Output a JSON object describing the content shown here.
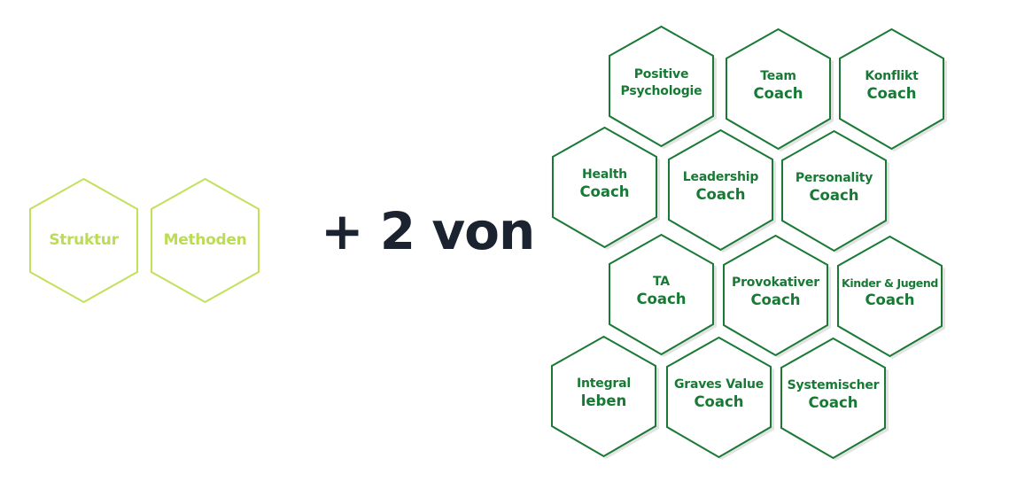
{
  "colors": {
    "base_module_stroke": "#c2e15a",
    "base_module_text": "#bddc55",
    "elective_stroke": "#1a7a35",
    "elective_text": "#177a34",
    "headline_text": "#1b2230",
    "shadow": "#d9d9d9"
  },
  "base_modules": [
    {
      "label": "Struktur"
    },
    {
      "label": "Methoden"
    }
  ],
  "connector": {
    "text": "+ 2 von"
  },
  "electives": [
    {
      "line1": "Positive",
      "line2": "Psychologie"
    },
    {
      "line1": "Team",
      "line2": "Coach"
    },
    {
      "line1": "Konflikt",
      "line2": "Coach"
    },
    {
      "line1": "Health",
      "line2": "Coach"
    },
    {
      "line1": "Leadership",
      "line2": "Coach"
    },
    {
      "line1": "Personality",
      "line2": "Coach"
    },
    {
      "line1": "TA",
      "line2": "Coach"
    },
    {
      "line1": "Provokativer",
      "line2": "Coach"
    },
    {
      "line1": "Kinder & Jugend",
      "line2": "Coach"
    },
    {
      "line1": "Integral",
      "line2": "leben"
    },
    {
      "line1": "Graves Value",
      "line2": "Coach"
    },
    {
      "line1": "Systemischer",
      "line2": "Coach"
    }
  ]
}
